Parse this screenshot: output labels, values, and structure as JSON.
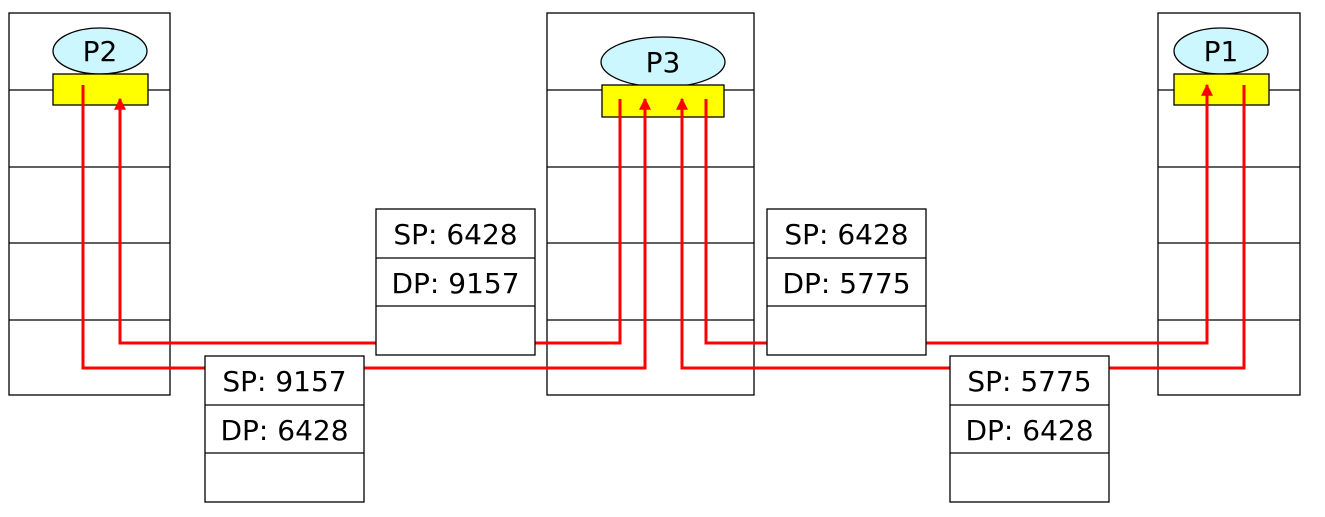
{
  "colors": {
    "path": "#ff0000",
    "socket": "#ffff00",
    "process": "#ccf7ff",
    "outline": "#000000"
  },
  "hosts": {
    "left": {
      "process": "P2"
    },
    "middle": {
      "process": "P3"
    },
    "right": {
      "process": "P1"
    }
  },
  "segments": {
    "p2_to_p3": {
      "sp": "SP: 9157",
      "dp": "DP: 6428"
    },
    "p3_to_p2": {
      "sp": "SP: 6428",
      "dp": "DP: 9157"
    },
    "p3_to_p1": {
      "sp": "SP: 6428",
      "dp": "DP: 5775"
    },
    "p1_to_p3": {
      "sp": "SP: 5775",
      "dp": "DP: 6428"
    }
  }
}
